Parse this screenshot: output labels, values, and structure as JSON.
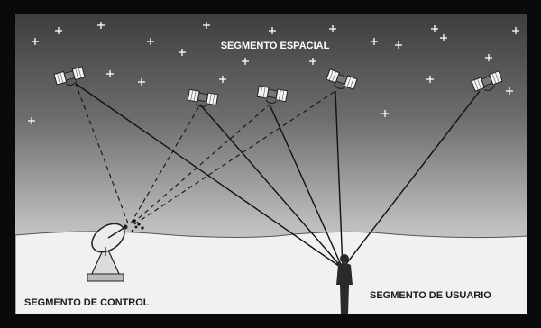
{
  "labels": {
    "space_segment": "SEGMENTO ESPACIAL",
    "control_segment": "SEGMENTO DE CONTROL",
    "user_segment": "SEGMENTO DE USUARIO"
  },
  "colors": {
    "frame": "#0a0a0a",
    "sky_top": "#3a3a3a",
    "sky_bottom": "#dedede",
    "ground": "#f2f2f2",
    "lines": "#1a1a1a"
  },
  "icons": {
    "satellite": "satellite-icon",
    "dish": "satellite-dish-icon",
    "person": "person-silhouette-icon",
    "star": "star-icon"
  }
}
